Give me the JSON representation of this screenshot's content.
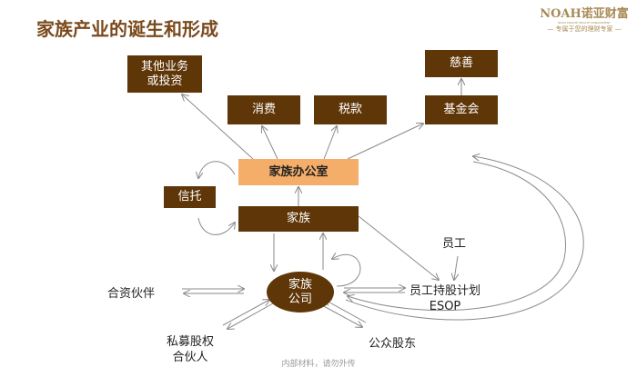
{
  "title": "家族产业的诞生和形成",
  "logo": {
    "brand": "NOAH诺亚财富",
    "sub": "NOAH PRIVATE WEALTH MANAGEMENT",
    "slogan": "— 专属于您的理财专家 —"
  },
  "nodes": {
    "other": "其他业务\n或投资",
    "consume": "消费",
    "tax": "税款",
    "foundation": "基金会",
    "charity": "慈善",
    "office": "家族办公室",
    "trust": "信托",
    "family": "家族",
    "company": "家族\n公司",
    "jv": "合资伙伴",
    "employee": "员工",
    "esop": "员工持股计划\nESOP",
    "pe": "私募股权\n合伙人",
    "public": "公众股东"
  },
  "footer": "内部材料，请勿外传",
  "colors": {
    "brown": "#5f3608",
    "orange": "#f5ae6a",
    "title": "#7b4a1c"
  }
}
